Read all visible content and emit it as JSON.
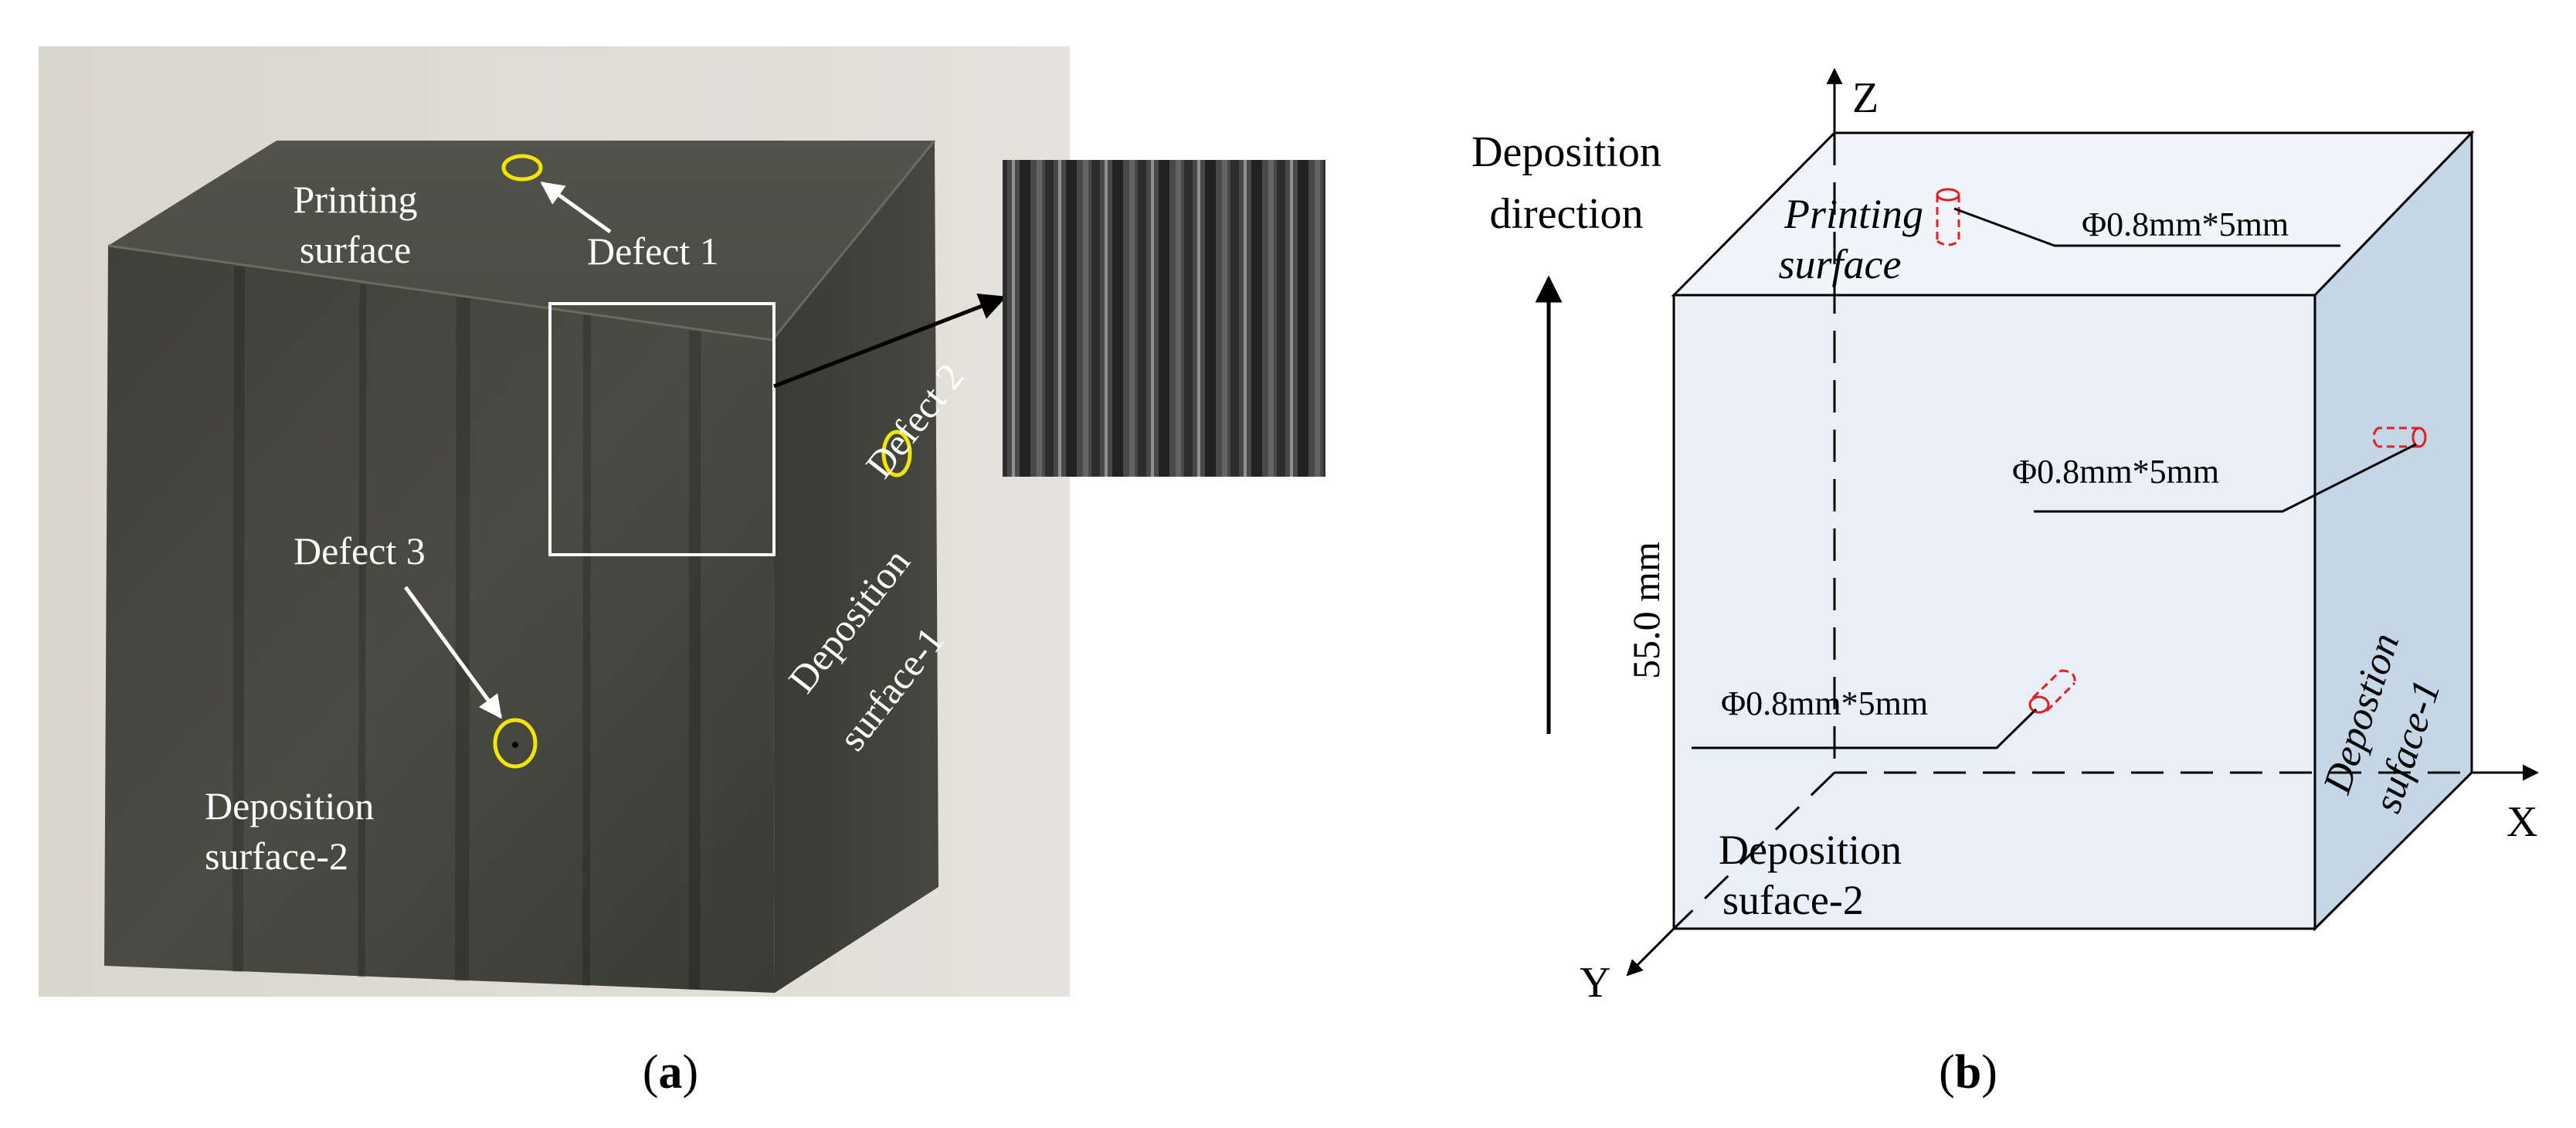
{
  "panel_a": {
    "caption_open": "(",
    "caption_letter": "a",
    "caption_close": ")",
    "labels": {
      "printing_line1": "Printing",
      "printing_line2": "surface",
      "defect1": "Defect 1",
      "defect2": "Defect 2",
      "defect3": "Defect 3",
      "dep1_line1": "Deposition",
      "dep1_line2": "surface-1",
      "dep2_line1": "Deposition",
      "dep2_line2": "surface-2"
    },
    "colors": {
      "marker": "#f2e600",
      "annotation": "#ffffff"
    }
  },
  "panel_b": {
    "caption_open": "(",
    "caption_letter": "b",
    "caption_close": ")",
    "axis_z": "Z",
    "axis_x": "X",
    "axis_y": "Y",
    "direction_line1": "Deposition",
    "direction_line2": "direction",
    "height_label": "55.0 mm",
    "printing_line1": "Printing",
    "printing_line2": "surface",
    "hole_label_1": "Φ0.8mm*5mm",
    "hole_label_2": "Φ0.8mm*5mm",
    "hole_label_3": "Φ0.8mm*5mm",
    "dep1_line1": "Depostion",
    "dep1_line2": "suface-1",
    "dep2_line1": "Deposition",
    "dep2_line2": "suface-2",
    "colors": {
      "front_face": "#e8eff7",
      "side_face": "#c5d6e6",
      "top_face": "#f1f5fa",
      "hole": "#e02020"
    }
  }
}
